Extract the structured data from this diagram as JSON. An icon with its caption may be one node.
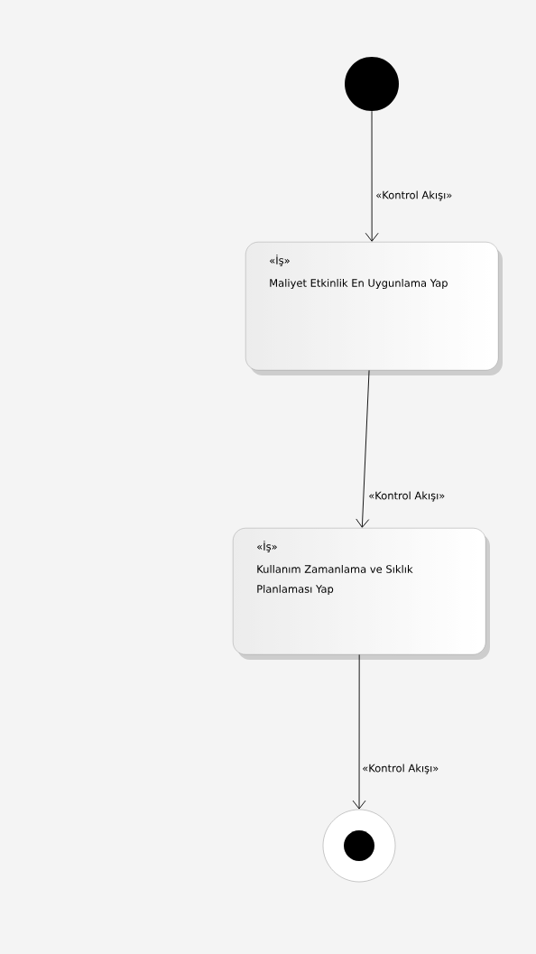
{
  "diagram": {
    "nodes": [
      {
        "text": [],
        "shape": "circle"
      },
      {
        "text": [
          "«İş»",
          "Maliyet Etkinlik En Uygunlama Yap"
        ]
      },
      {
        "text": [
          "«İş»",
          "Kullanım Zamanlama ve Sıklık Planlaması Yap"
        ]
      },
      {
        "text": [],
        "shape": "circle"
      }
    ],
    "edges": [
      {
        "from": 0,
        "to": 1,
        "arrow": "to",
        "label": "«Kontrol Akışı»"
      },
      {
        "from": 1,
        "to": 2,
        "arrow": "to",
        "label": "«Kontrol Akışı»"
      },
      {
        "from": 2,
        "to": 3,
        "arrow": "to",
        "label": "«Kontrol Akışı»"
      }
    ]
  }
}
